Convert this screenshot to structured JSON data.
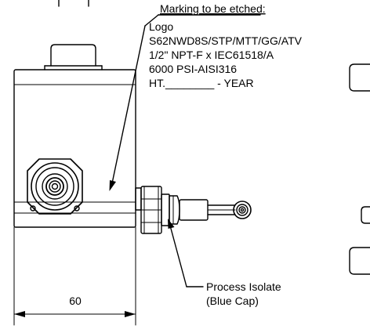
{
  "marking": {
    "heading": "Marking to be etched:",
    "lines": [
      "Logo",
      "S62NWD8S/STP/MTT/GG/ATV",
      "1/2\" NPT-F x IEC61518/A",
      "6000 PSI-AISI316",
      "HT.________ - YEAR"
    ]
  },
  "isolate": {
    "line1": "Process Isolate",
    "line2": "(Blue Cap)"
  },
  "dimension": {
    "width_label": "60"
  }
}
